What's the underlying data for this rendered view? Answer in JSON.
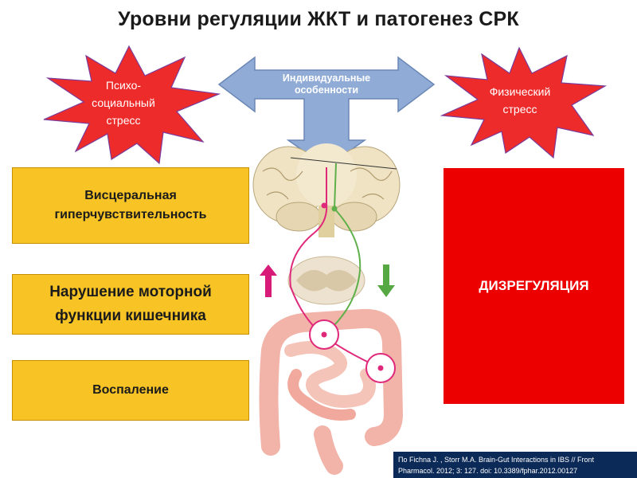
{
  "title": "Уровни регуляции ЖКТ и патогенез СРК",
  "stars": {
    "left": {
      "line1": "Психо-",
      "line2": "социальный",
      "line3": "стресс"
    },
    "right": {
      "line1": "Физический",
      "line2": "стресс"
    }
  },
  "arrow": {
    "line1": "Индивидуальные",
    "line2": "особенности"
  },
  "boxes": {
    "visceral": {
      "line1": "Висцеральная",
      "line2": "гиперчувствительность"
    },
    "motor": {
      "line1": "Нарушение моторной",
      "line2": "функции кишечника"
    },
    "inflammation": "Воспаление"
  },
  "dysregulation": "ДИЗРЕГУЛЯЦИЯ",
  "credit": {
    "line1": "По Fichna J. , Storr M.A. Brain-Gut Interactions in IBS // Front",
    "line2": "Pharmacol. 2012; 3: 127. doi:  10.3389/fphar.2012.00127"
  },
  "colors": {
    "star_red": "#ee2b2b",
    "arrow_blue": "#8fabd6",
    "box_yellow": "#f7c325",
    "dysregulation_red": "#ec0000",
    "credit_navy": "#0c2a57",
    "afferent_pink": "#e0287a",
    "efferent_green": "#5fb04a"
  }
}
